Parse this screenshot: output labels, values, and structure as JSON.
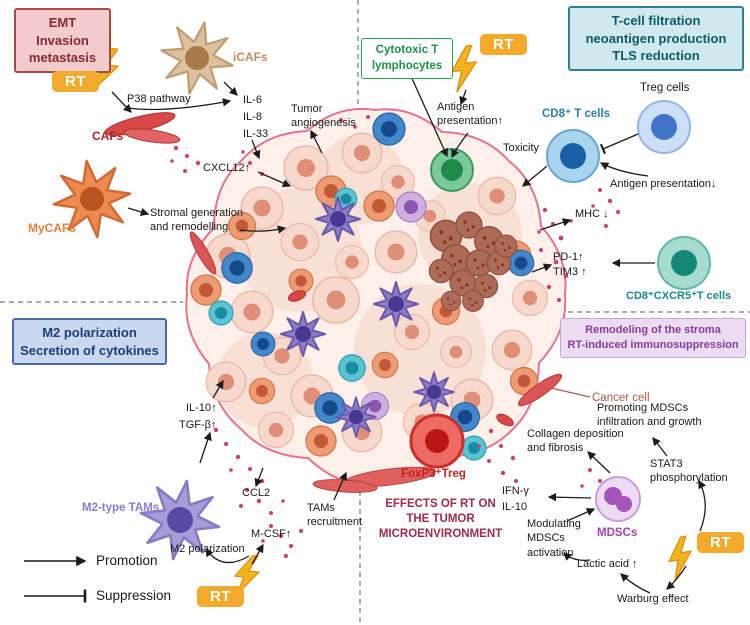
{
  "badge": {
    "rt": "RT"
  },
  "boxes": {
    "emt": "EMT\nInvasion\nmetastasis",
    "tcell": "T-cell filtration\nneoantigen production\nTLS reduction",
    "m2": "M2 polarization\nSecretion of cytokines",
    "stroma": "Remodeling of the stroma\nRT-induced immunosuppression",
    "cytotoxic": "Cytotoxic T\nlymphocytes"
  },
  "cells": {
    "icafs": "iCAFs",
    "cafs": "CAFs",
    "mycafs": "MyCAFs",
    "treg": "Treg cells",
    "cd8t": "CD8⁺ T cells",
    "cd8cxcr5": "CD8⁺CXCR5⁺T cells",
    "m2tams": "M2-type TAMs",
    "foxp3": "FoxP3⁺Treg",
    "mdscs": "MDSCs",
    "cancer": "Cancer cell"
  },
  "annotations": {
    "p38": "P38 pathway",
    "il6": "IL-6",
    "il8": "IL-8",
    "il33": "IL-33",
    "cxcl12": "CXCL12↑",
    "stromal": "Stromal generation\nand remodelling",
    "tumor_angiogenesis": "Tumor\nangiogenesis",
    "antigen_up": "Antigen\npresentation↑",
    "toxicity": "Toxicity",
    "antigen_down": "Antigen presentation↓",
    "mhc_down": "MHC ↓",
    "pd1_up": "PD-1↑",
    "tim3_up": "TIM3 ↑",
    "il10_up": "IL-10↑",
    "tgfb_up": "TGF-β↑",
    "ccl2": "CCL2",
    "tams_recruitment": "TAMs\nrecruitment",
    "m2_polarization": "M2 polarization",
    "mcsf_up": "M-CSF↑",
    "ifng": "IFN-γ",
    "il10": "IL-10",
    "collagen": "Collagen deposition\nand fibrosis",
    "promoting_mdscs": "Promoting MDSCs\ninfiltration and growth",
    "stat3": "STAT3\nphosphorylation",
    "modulating": "Modulating\nMDSCs\nactivation",
    "lactic_acid": "Lactic acid ↑",
    "warburg": "Warburg effect",
    "center_title": "EFFECTS OF RT ON\nTHE TUMOR\nMICROENVIRONMENT"
  },
  "legend": {
    "promotion": "Promotion",
    "suppression": "Suppression"
  },
  "colors": {
    "rt_badge": "#f3a92c",
    "membrane_pink": "#e8718e",
    "magenta_dot": "#cc3f78",
    "center_title_red": "#a12a4a"
  }
}
